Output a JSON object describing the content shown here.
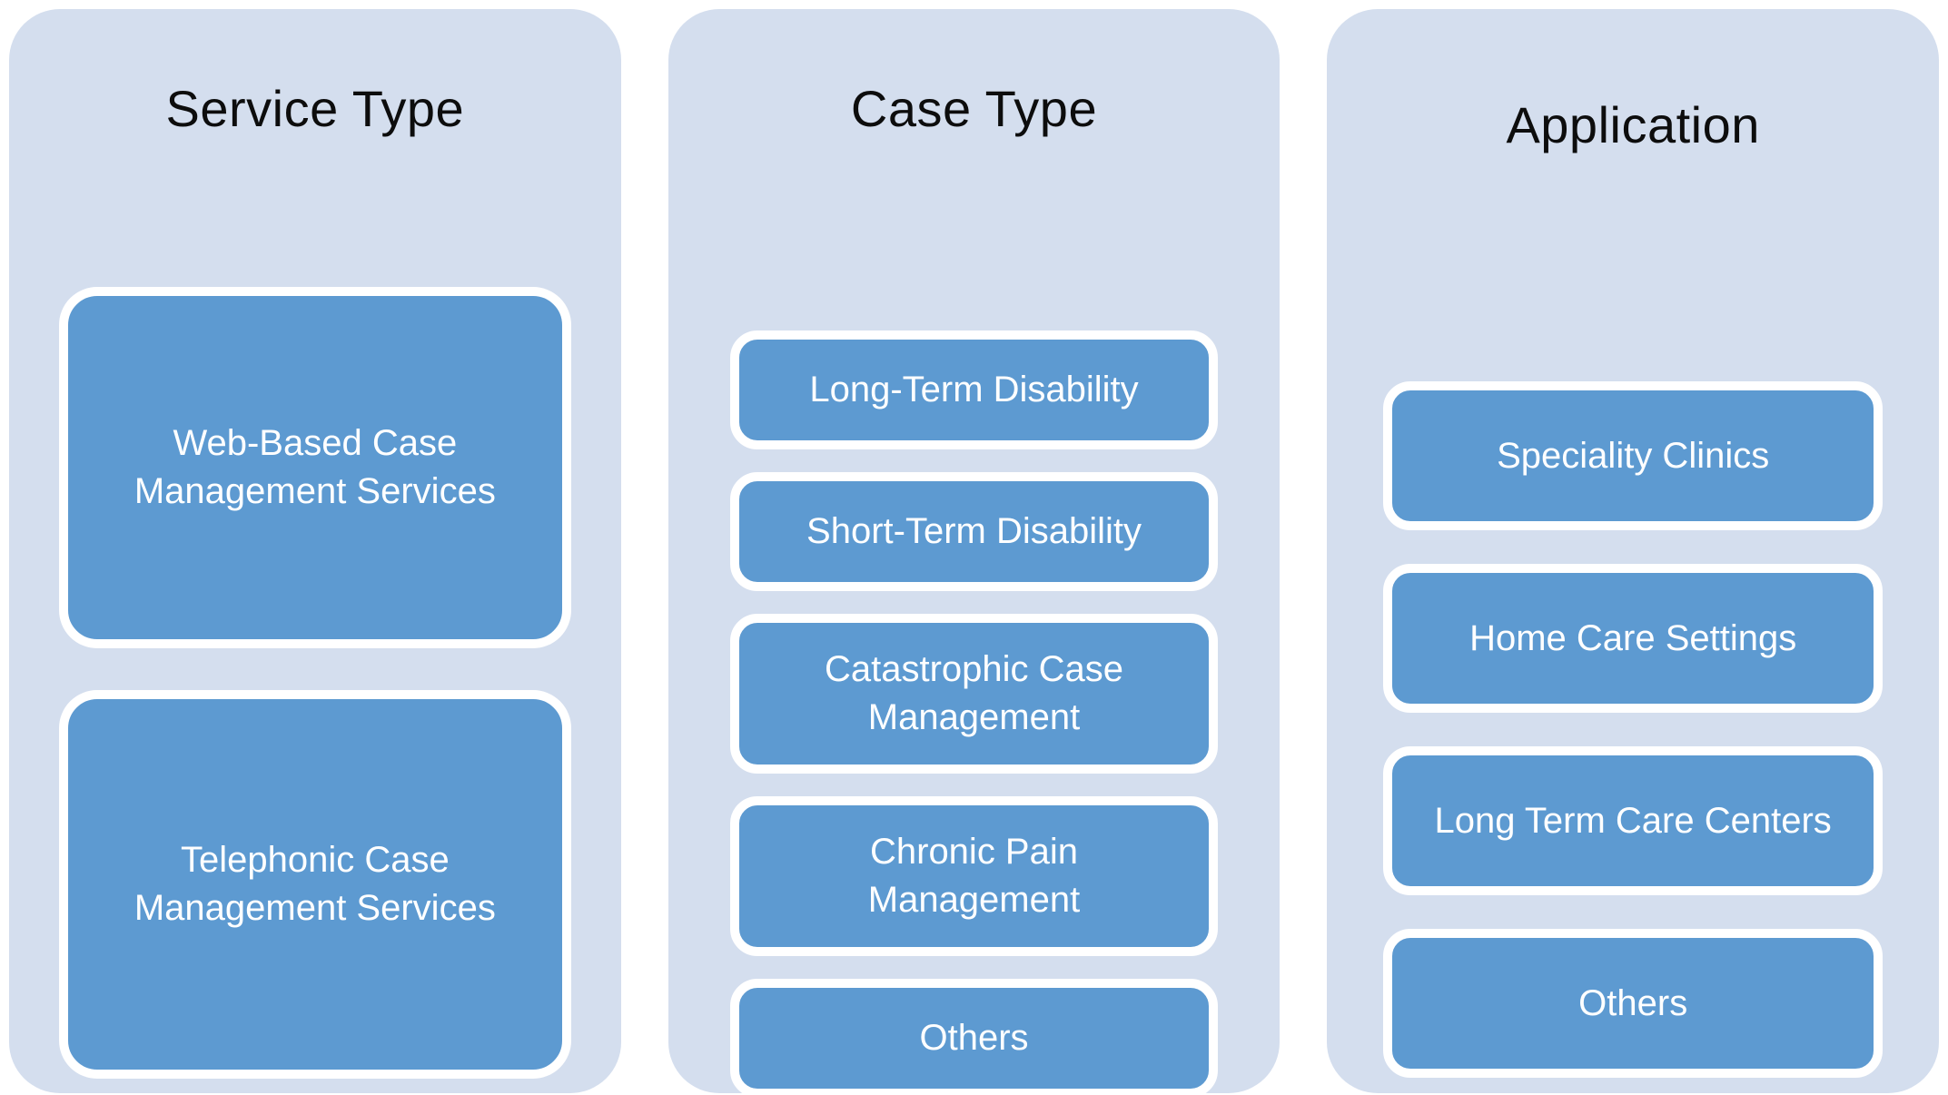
{
  "colors": {
    "page_bg": "#ffffff",
    "panel_bg": "#d4deee",
    "box_bg": "#5d9ad1",
    "box_border": "#ffffff",
    "title_color": "#0d0d0d",
    "box_text": "#ffffff"
  },
  "columns": [
    {
      "title": "Service Type",
      "boxes": [
        {
          "label": "Web-Based Case Management Services"
        },
        {
          "label": "Telephonic Case Management Services"
        }
      ]
    },
    {
      "title": "Case Type",
      "boxes": [
        {
          "label": "Long-Term Disability"
        },
        {
          "label": "Short-Term Disability"
        },
        {
          "label": "Catastrophic Case Management"
        },
        {
          "label": "Chronic Pain Management"
        },
        {
          "label": "Others"
        }
      ]
    },
    {
      "title": "Application",
      "boxes": [
        {
          "label": "Speciality Clinics"
        },
        {
          "label": "Home Care Settings"
        },
        {
          "label": "Long Term Care Centers"
        },
        {
          "label": "Others"
        }
      ]
    }
  ]
}
